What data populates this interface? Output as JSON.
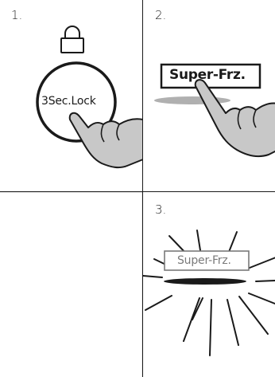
{
  "steps": [
    {
      "number": "1.",
      "button_label": "3Sec.Lock",
      "icon": "padlock-icon"
    },
    {
      "number": "2.",
      "button_label": "Super-Frz."
    },
    {
      "number": "3.",
      "button_label": "Super-Frz."
    }
  ]
}
